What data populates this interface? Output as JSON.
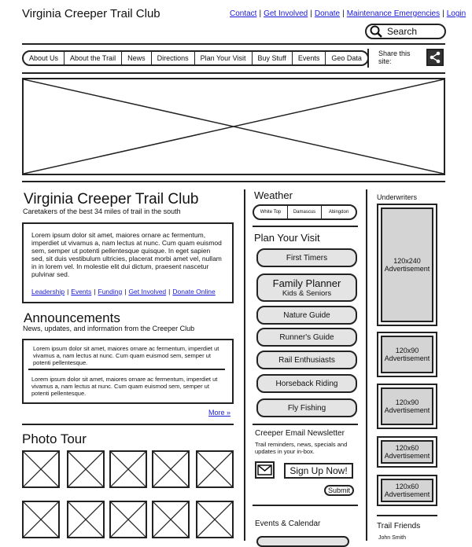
{
  "header": {
    "site_title": "Virginia Creeper Trail Club",
    "util_links": [
      "Contact",
      "Get Involved",
      "Donate",
      "Maintenance Emergencies",
      "Login"
    ],
    "search_label": "Search"
  },
  "nav": {
    "items": [
      "About Us",
      "About the Trail",
      "News",
      "Directions",
      "Plan Your Visit",
      "Buy Stuff",
      "Events",
      "Geo Data"
    ],
    "share_label": "Share this site:"
  },
  "main": {
    "title": "Virginia Creeper Trail Club",
    "subtitle": "Caretakers of the best 34 miles of trail in the south",
    "intro_text": "Lorem ipsum dolor sit amet, maiores ornare ac fermentum, imperdiet ut vivamus a, nam lectus at nunc. Cum quam euismod sem, semper ut potenti pellentesque quisque. In eget sapien sed, sit duis vestibulum ultricies, placerat morbi amet vel, nullam in in lorem vel. In molestie elit dui dictum, praesent nascetur pulvinar sed.",
    "intro_links": [
      "Leadership",
      "Events",
      "Funding",
      "Get Involved",
      "Donate Online"
    ],
    "announcements_title": "Announcements",
    "announcements_subtitle": "News, updates, and information from the Creeper Club",
    "announcements": [
      "Lorem ipsum dolor sit amet, maiores ornare ac fermentum, imperdiet ut vivamus a, nam lectus at nunc. Cum quam euismod sem, semper ut potenti pellentesque.",
      "Lorem ipsum dolor sit amet, maiores ornare ac fermentum, imperdiet ut vivamus a, nam lectus at nunc. Cum quam euismod sem, semper ut potenti pellentesque."
    ],
    "more_label": "More »",
    "photo_tour_title": "Photo Tour"
  },
  "sidebar": {
    "weather_title": "Weather",
    "weather_tabs": [
      "White Top",
      "Damascus",
      "Abingdon"
    ],
    "plan_title": "Plan Your Visit",
    "plan_buttons": [
      "First Timers",
      "Nature Guide",
      "Runner's Guide",
      "Rail Enthusiasts",
      "Horseback Riding",
      "Fly Fishing"
    ],
    "family_planner": {
      "label": "Family Planner",
      "sublabel": "Kids & Seniors"
    },
    "newsletter_title": "Creeper Email Newsletter",
    "newsletter_desc": "Trail reminders, news, specials and updates in your in-box.",
    "signup_label": "Sign Up Now!",
    "submit_label": "Submit",
    "events_title": "Events & Calendar"
  },
  "underwriters": {
    "title": "Underwriters",
    "ads": [
      "120x240",
      "120x90",
      "120x90",
      "120x60",
      "120x60"
    ],
    "ad_label": "Advertisement",
    "friends_title": "Trail Friends",
    "friend_name": "John Smith"
  }
}
